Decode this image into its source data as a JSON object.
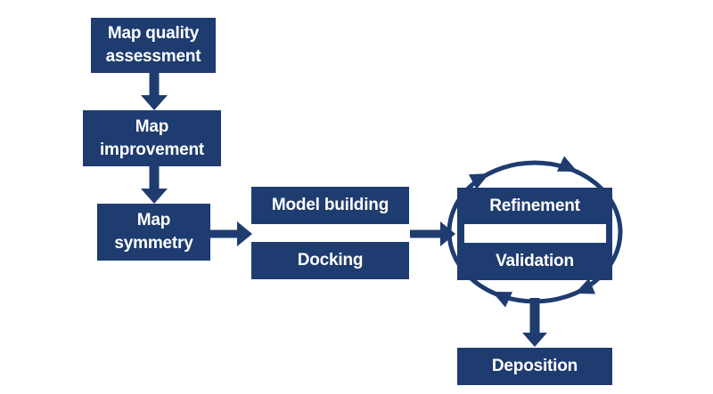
{
  "diagram": {
    "type": "flowchart",
    "colors": {
      "accent": "#1E3C6F",
      "background": "#FFFFFF",
      "text": "#FFFFFF"
    },
    "nodes": [
      {
        "id": "map-quality-assessment",
        "label": "Map quality\nassessment"
      },
      {
        "id": "map-improvement",
        "label": "Map\nimprovement"
      },
      {
        "id": "map-symmetry",
        "label": "Map\nsymmetry"
      },
      {
        "id": "model-building",
        "label": "Model building"
      },
      {
        "id": "docking",
        "label": "Docking"
      },
      {
        "id": "refinement",
        "label": "Refinement"
      },
      {
        "id": "validation",
        "label": "Validation"
      },
      {
        "id": "deposition",
        "label": "Deposition"
      }
    ],
    "connections": [
      {
        "from": "map-quality-assessment",
        "to": "map-improvement",
        "style": "straight-arrow"
      },
      {
        "from": "map-improvement",
        "to": "map-symmetry",
        "style": "straight-arrow"
      },
      {
        "from": "map-symmetry",
        "to": "model-building/docking",
        "style": "straight-arrow"
      },
      {
        "from": "model-building/docking",
        "to": "refinement/validation",
        "style": "straight-arrow"
      },
      {
        "from": "refinement",
        "to": "validation",
        "style": "circular-cycle-clockwise"
      },
      {
        "from": "refinement/validation",
        "to": "deposition",
        "style": "straight-arrow"
      }
    ]
  }
}
